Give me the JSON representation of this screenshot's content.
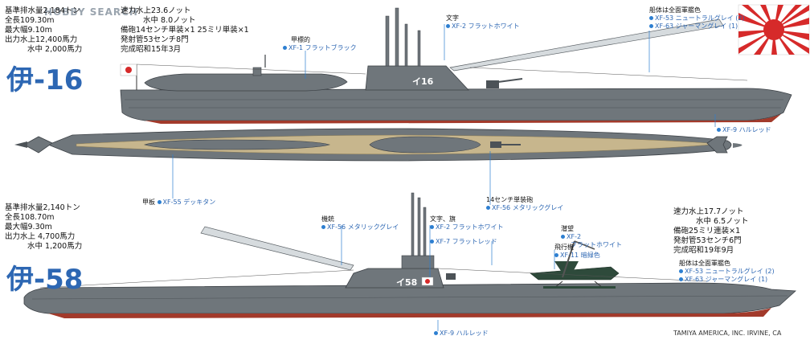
{
  "watermark": "HOBBY SEARCH",
  "credit": "TAMIYA AMERICA, INC. IRVINE, CA",
  "sub1": {
    "name": "伊-16",
    "hull_number": "イ16",
    "specs_left": [
      {
        "k": "基準排水量",
        "v": "2,184トン"
      },
      {
        "k": "全長",
        "v": "109.30m"
      },
      {
        "k": "最大幅",
        "v": "9.10m"
      },
      {
        "k": "出力",
        "v": "水上12,400馬力"
      },
      {
        "k": "",
        "v": "水中 2,000馬力"
      }
    ],
    "specs_right": [
      {
        "k": "速力",
        "v": "水上23.6ノット"
      },
      {
        "k": "",
        "v": "水中 8.0ノット"
      },
      {
        "k": "備砲",
        "v": "14センチ単装×1 25ミリ単装×1"
      },
      {
        "k": "発射管",
        "v": "53センチ8門"
      },
      {
        "k": "完成",
        "v": "昭和15年3月"
      }
    ],
    "callouts": {
      "kouhyoteki": {
        "jp": "甲標的",
        "code": "XF-1 フラットブラック"
      },
      "moji": {
        "jp": "文字",
        "code": "XF-2 フラットホワイト"
      },
      "hull": {
        "jp": "船体は全面軍艦色",
        "codes": [
          "XF-53 ニュートラルグレイ (2)",
          "XF-63 ジャーマングレイ (1)"
        ]
      },
      "bottom": {
        "code": "XF-9 ハルレッド"
      },
      "deck": {
        "jp": "甲板",
        "code": "XF-55 デッキタン"
      },
      "gun": {
        "jp": "14センチ単装砲",
        "code": "XF-56 メタリックグレイ"
      }
    }
  },
  "sub2": {
    "name": "伊-58",
    "hull_number": "イ58",
    "specs_left": [
      {
        "k": "基準排水量",
        "v": "2,140トン"
      },
      {
        "k": "全長",
        "v": "108.70m"
      },
      {
        "k": "最大幅",
        "v": "9.30m"
      },
      {
        "k": "出力",
        "v": "水上 4,700馬力"
      },
      {
        "k": "",
        "v": "水中 1,200馬力"
      }
    ],
    "specs_right": [
      {
        "k": "速力",
        "v": "水上17.7ノット"
      },
      {
        "k": "",
        "v": "水中 6.5ノット"
      },
      {
        "k": "備砲",
        "v": "25ミリ連装×1"
      },
      {
        "k": "発射管",
        "v": "53センチ6門"
      },
      {
        "k": "完成",
        "v": "昭和19年9月"
      }
    ],
    "callouts": {
      "kijuu": {
        "jp": "機銃",
        "code": "XF-56 メタリックグレイ"
      },
      "moji_hata": {
        "jp": "文字、旗",
        "codes": [
          "XF-2 フラットホワイト",
          "XF-7 フラットレッド"
        ]
      },
      "shouzu": {
        "jp": "潜望",
        "codes": [
          "XF-2",
          "フラットホワイト"
        ]
      },
      "hikouki": {
        "jp": "飛行機",
        "code": "XF-11 暗緑色"
      },
      "hull": {
        "jp": "船体は全面軍艦色",
        "codes": [
          "XF-53 ニュートラルグレイ (2)",
          "XF-63 ジャーマングレイ (1)"
        ]
      },
      "bottom": {
        "code": "XF-9 ハルレッド"
      }
    }
  },
  "colors": {
    "hull": "#6f767b",
    "hull_dark": "#4c5257",
    "deck": "#c7b68d",
    "red": "#a23a2b",
    "callout": "#2d67b3",
    "sea_green": "#2e4a3b"
  }
}
